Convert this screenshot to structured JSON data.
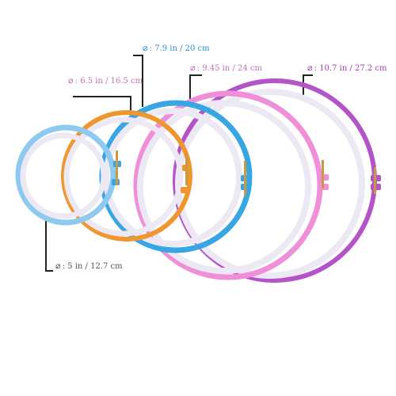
{
  "product": {
    "labels": {
      "hoop_20cm": "7.9 in / 20 cm",
      "hoop_16cm": "6.5 in / 16.5 cm",
      "hoop_24cm": "9.45 in / 24 cm",
      "hoop_27cm": "10.7 in / 27.2 cm",
      "hoop_12cm": "5 in / 12.7 cm"
    },
    "diameter_symbol": "⌀",
    "colors": {
      "hoop_12cm": "#8ec9ef",
      "hoop_16cm": "#f0962e",
      "hoop_20cm": "#37a6e3",
      "hoop_24cm": "#ee8fd8",
      "hoop_27cm": "#b355c8",
      "inner_ring": "#ece9f4",
      "label_blue": "#2a8fc8",
      "label_pink": "#c070b8",
      "label_purple": "#a040b0",
      "label_gray": "#555555",
      "leader_line": "#222222"
    }
  }
}
